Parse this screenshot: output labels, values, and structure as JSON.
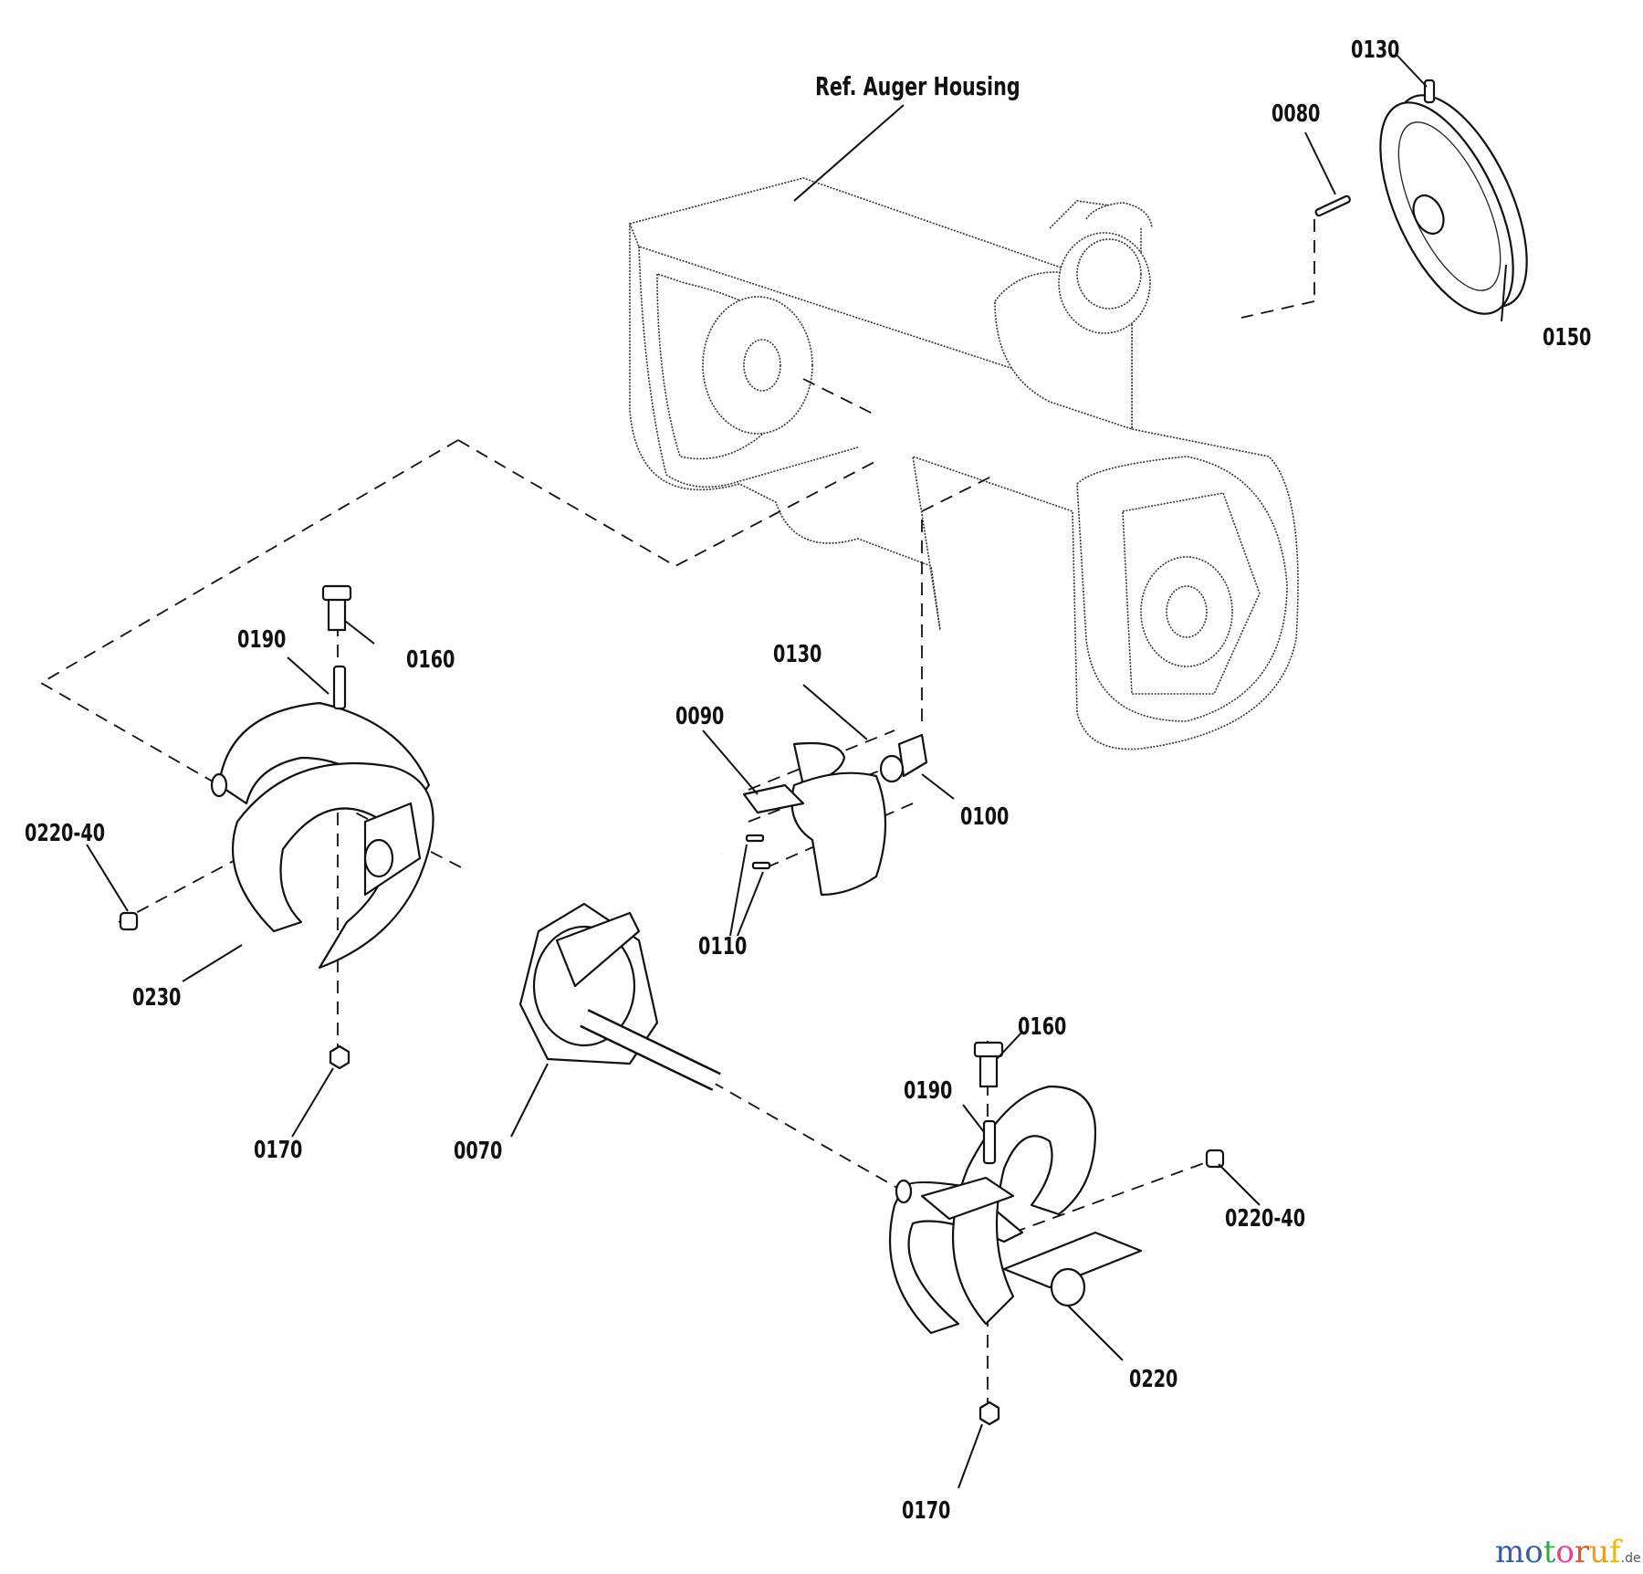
{
  "diagram": {
    "title_label": "Ref. Auger Housing",
    "part_labels": {
      "p0130_top": "0130",
      "p0080": "0080",
      "p0150": "0150",
      "p0190_left": "0190",
      "p0160_left": "0160",
      "p0130_mid": "0130",
      "p0090": "0090",
      "p0100": "0100",
      "p0220_40_left": "0220-40",
      "p0110": "0110",
      "p0230": "0230",
      "p0160_right": "0160",
      "p0190_right": "0190",
      "p0170_left": "0170",
      "p0070": "0070",
      "p0220_40_right": "0220-40",
      "p0220": "0220",
      "p0170_right": "0170"
    }
  },
  "watermark": {
    "letters": [
      "m",
      "o",
      "t",
      "o",
      "r",
      "u",
      "f"
    ],
    "colors": [
      "#3b5ba5",
      "#3b5ba5",
      "#3aa64a",
      "#e8418f",
      "#e2542a",
      "#f39a1e",
      "#f5b800"
    ],
    "tld": ".de"
  }
}
